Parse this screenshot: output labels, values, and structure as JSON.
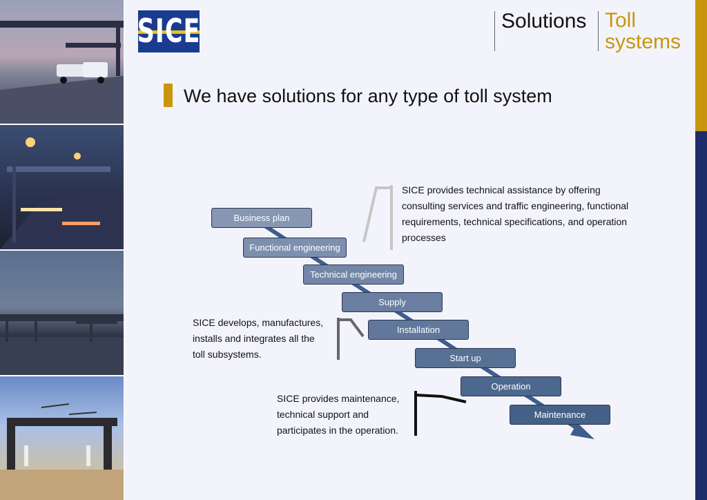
{
  "logo": {
    "text": "SICE"
  },
  "header": {
    "section": "Solutions",
    "subsection_line1": "Toll",
    "subsection_line2": "systems"
  },
  "title": "We have solutions for any type of toll system",
  "steps": [
    {
      "label": "Business plan",
      "color": "#8696b3"
    },
    {
      "label": "Functional engineering",
      "color": "#7d8fae"
    },
    {
      "label": "Technical engineering",
      "color": "#7486a7"
    },
    {
      "label": "Supply",
      "color": "#6a7ea1"
    },
    {
      "label": "Installation",
      "color": "#61779b"
    },
    {
      "label": "Start up",
      "color": "#577094"
    },
    {
      "label": "Operation",
      "color": "#4d688e"
    },
    {
      "label": "Maintenance",
      "color": "#456187"
    }
  ],
  "descriptions": {
    "engineering": [
      "SICE provides technical assistance by offering",
      "consulting services and traffic engineering, functional",
      "requirements, technical specifications, and operation",
      "processes"
    ],
    "supply": [
      "SICE develops, manufactures,",
      "installs and integrates all the",
      "toll subsystems."
    ],
    "operation": [
      "SICE provides maintenance,",
      "technical support and",
      "participates in the operation."
    ]
  },
  "colors": {
    "gold": "#c8950e",
    "navy": "#1f2d6b",
    "arrow": "#3e5d8e"
  }
}
